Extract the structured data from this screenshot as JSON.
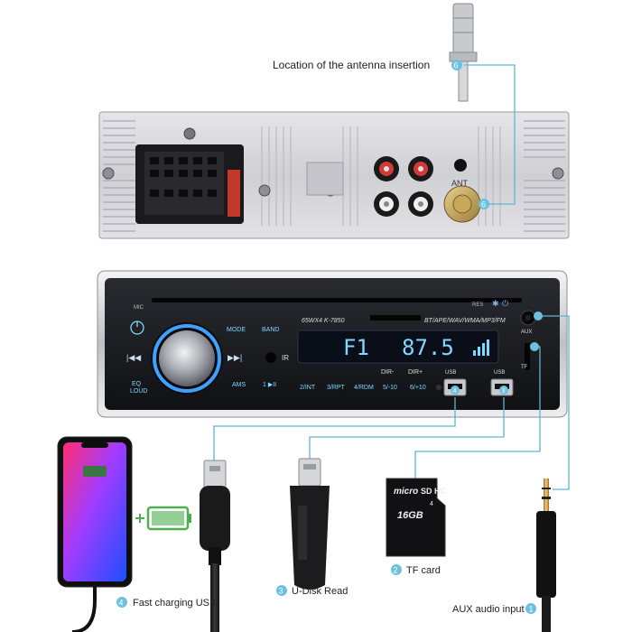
{
  "colors": {
    "callout_line": "#5fb3d6",
    "badge": "#6cc0e0",
    "lcd_bg": "#0a0e18",
    "lcd_text": "#7fd8ff",
    "knob_ring": "#3fa0ff",
    "chrome": "#e8e8ea",
    "chassis": "#d4d4d8",
    "body": "#1a1b1f"
  },
  "callouts": {
    "antenna": {
      "label": "Location of the antenna insertion",
      "num": "6"
    },
    "fast_charge": {
      "label": "Fast charging USB",
      "num": "4"
    },
    "udisk": {
      "label": "U-Disk Read",
      "num": "3"
    },
    "tf_card": {
      "label": "TF card",
      "num": "2"
    },
    "aux": {
      "label": "AUX audio input",
      "num": "1"
    }
  },
  "radio": {
    "model": "65WX4  K-7850",
    "formats": "BT/APE/WAV/WMA/MP3/FM",
    "mic_label": "MIC",
    "res_label": "RES",
    "mode_label": "MODE",
    "band_label": "BAND",
    "ams_label": "AMS",
    "eq_loud_label_1": "EQ",
    "eq_loud_label_2": "LOUD",
    "ir_label": "IR",
    "aux_label": "AUX",
    "tf_label": "TF",
    "lcd": {
      "left": "F1",
      "right": "87.5"
    },
    "presets": [
      "2/INT",
      "3/RPT",
      "4/RDM",
      "5/-10",
      "6/+10"
    ],
    "dir_minus": "DIR-",
    "dir_plus": "DIR+",
    "usb_left": "USB",
    "usb_right": "USB",
    "usb_left_num": "4",
    "usb_right_num": "3",
    "one_label": "1"
  },
  "rear": {
    "ant_label": "ANT",
    "antenna_badge": "6"
  },
  "devices": {
    "sd_card": {
      "brand": "micro",
      "logo": "SD HC",
      "capacity": "16GB",
      "class": "4"
    }
  }
}
